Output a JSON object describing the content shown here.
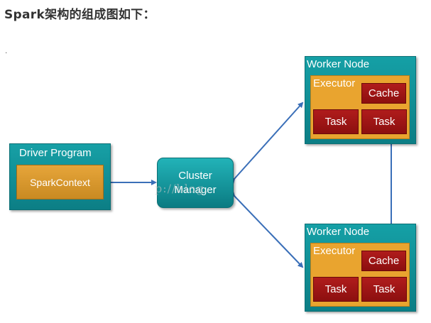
{
  "heading": "Spark架构的组成图如下：",
  "stray_mark": ".",
  "diagram": {
    "driver_program": {
      "title": "Driver Program",
      "inner": "SparkContext"
    },
    "cluster_manager": {
      "line1": "Cluster",
      "line2": "Manager"
    },
    "workers": [
      {
        "title": "Worker Node",
        "executor": "Executor",
        "cache": "Cache",
        "tasks": [
          "Task",
          "Task"
        ]
      },
      {
        "title": "Worker Node",
        "executor": "Executor",
        "cache": "Cache",
        "tasks": [
          "Task",
          "Task"
        ]
      }
    ],
    "watermark": "p://blog.",
    "colors": {
      "teal": "#0f8e95",
      "orange": "#e9a42f",
      "red": "#a31616",
      "arrow": "#3a6fb8"
    }
  }
}
